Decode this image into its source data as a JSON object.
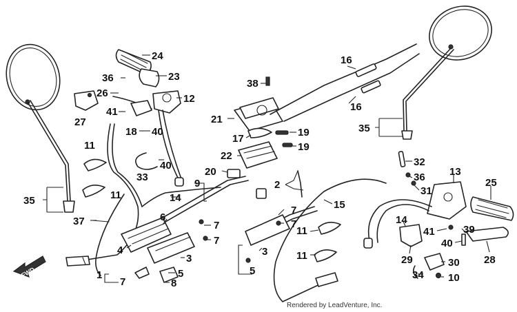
{
  "diagram": {
    "direction_label": "FWD",
    "credit": "Rendered by LeadVenture, Inc.",
    "callouts": {
      "c24": "24",
      "c23": "23",
      "c36a": "36",
      "c26": "26",
      "c12": "12",
      "c27": "27",
      "c41a": "41",
      "c18": "18",
      "c40a": "40",
      "c40b": "40",
      "c11a": "11",
      "c11b": "11",
      "c33": "33",
      "c35a": "35",
      "c37": "37",
      "c9": "9",
      "c20": "20",
      "c14a": "14",
      "c6": "6",
      "c4": "4",
      "c1": "1",
      "c7a": "7",
      "c7b": "7",
      "c7c": "7",
      "c3a": "3",
      "c5a": "5",
      "c8": "8",
      "c38": "38",
      "c16a": "16",
      "c16b": "16",
      "c21": "21",
      "c17": "17",
      "c19a": "19",
      "c19b": "19",
      "c22": "22",
      "c2": "2",
      "c15": "15",
      "c3b": "3",
      "c5b": "5",
      "c7d": "7",
      "c7e": "7",
      "c11c": "11",
      "c11d": "11",
      "c35b": "35",
      "c32": "32",
      "c36b": "36",
      "c31": "31",
      "c13": "13",
      "c25": "25",
      "c14b": "14",
      "c41b": "41",
      "c39": "39",
      "c40c": "40",
      "c29": "29",
      "c30": "30",
      "c28": "28",
      "c34": "34",
      "c10": "10"
    }
  }
}
